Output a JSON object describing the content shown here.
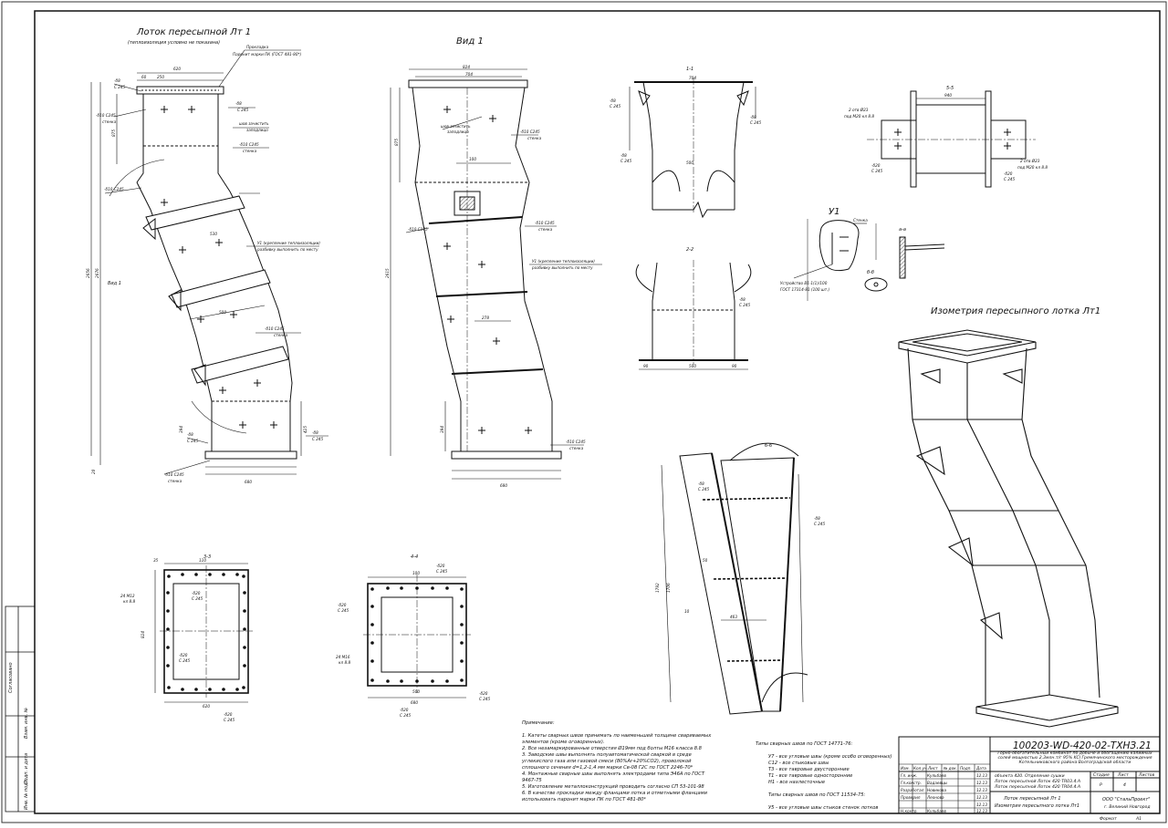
{
  "drawing": {
    "code": "100203-WD-420-02-ТХНЗ.21",
    "views": {
      "main_title": "Лоток пересыпной Лт 1",
      "main_subtitle": "(теплоизоляция условно не показана)",
      "view1": "Вид 1",
      "view1_label": "Вид 1",
      "sec_1_1": "1-1",
      "sec_2_2": "2-2",
      "sec_3_3": "3-3",
      "sec_4_4": "4-4",
      "sec_5_5": "5-5",
      "sec_6_6": "6-6",
      "node_u1": "У1",
      "sec_a_a": "а-а",
      "sec_b_b": "б-б",
      "isometry": "Изометрия пересыпного лотка Лт1"
    },
    "callouts": {
      "gasket": "Прокладка",
      "gasket_spec": "Паронит марки ПК (ГОСТ 481-80*)",
      "plate_88": "-δ8",
      "steel_c245": "С 245",
      "plate_810": "-δ10 С245",
      "wall": "стенка",
      "weld_clean": "шов зачистить",
      "flush": "заподлицо",
      "u1_label": "У1 (крепление теплоизоляции)",
      "u1_note": "разбивку выполнить по месту",
      "plate_820": "-δ20",
      "bolts_m12": "24 М12",
      "class_88": "кл 8.8",
      "bolts_m16": "24 М16",
      "holes_23": "2 отв Ø23",
      "under_m20": "под М20 кл 8.8",
      "wall_u1": "Стенка",
      "device": "Устройство В1-1(1)/100",
      "device_gost": "ГОСТ 17314-81 (100 шт.)"
    },
    "dims": {
      "d20": "20",
      "d60": "60",
      "d250": "250",
      "d620": "620",
      "d824": "824",
      "d704": "704",
      "d80": "80",
      "d875": "875",
      "d926": "926",
      "d2676": "2676",
      "d2656": "2656",
      "d2615": "2615",
      "d530": "530",
      "d500": "500",
      "d278": "278",
      "d394": "394",
      "d425": "425",
      "d680": "680",
      "d90": "90",
      "d940": "940",
      "d1792": "1792",
      "d1706": "1706",
      "d463": "463",
      "d10": "10",
      "d100": "100",
      "d35": "35",
      "d110": "110",
      "d824b": "824",
      "d125": "125",
      "d50": "50"
    },
    "notes_title": "Примечание:",
    "notes": [
      "1. Катеты сварных швов принимать по наименьшей толщине свариваемых",
      "элементов (кроме оговоренных).",
      "2. Все незамаркированные отверстия Ø19мм под болты М16 класса 8.8",
      "3. Заводские швы выполнять полуавтоматической сваркой в среде",
      "углекислого газа или газовой смеси (80%Ar+20%CO2), проволокой",
      "сплошного сечения d=1,2-1,4 мм марки Св-08 Г2С по ГОСТ 2246-70*",
      "4. Монтажные сварные швы выполнять электродами типа Э46А по ГОСТ",
      "9467-75",
      "5. Изготовление металлоконструкций проводить согласно СП 53-101-98",
      "6. В качестве прокладки между фланцами лотка и отметными фланцами",
      "использовать паронит марки ПК по ГОСТ 481-80*"
    ],
    "weld_types_title": "Типы сварных швов по ГОСТ 14771-76:",
    "weld_types": [
      "У7 - все угловые швы (кроме особо оговоренных)",
      "С12 - все стыковые швы",
      "Т3 - все тавровые двусторонние",
      "Т1 - все тавровые односторонние",
      "Н1 - все нахлесточные"
    ],
    "weld_types2_title": "Типы сварных швов по ГОСТ 11534-75:",
    "weld_types2": [
      "У5 - все угловые швы стыков стенок лотков"
    ],
    "left_strip": [
      "Согласовано",
      "Взам. инв. №",
      "Подп. и дата",
      "Инв. № подл."
    ],
    "title_block": {
      "project": "Горно-обогатительный комбинат по добыче и обогащению калийных солей мощностью 2,3млн.т/г 95% KCl Гремячинского месторождения Котельниковского района Волгоградской области",
      "object": "объекта 420. Отделение сушки",
      "sheet_desc1": "Лоток пересыпной Лоток 420 TR03.4.А",
      "sheet_desc2": "Лоток пересыпной Лоток 420 TR04.4.А",
      "drawing_name1": "Лоток пересыпной Лт 1",
      "drawing_name2": "Изометрия пересыпного лотка Лт1",
      "stage_h": "Стадия",
      "sheet_h": "Лист",
      "sheets_h": "Листов",
      "stage": "Р",
      "sheet": "4",
      "company": "ООО \"СтальПроект\"",
      "city": "г. Великий Новгород",
      "format_label": "Формат",
      "format": "А1",
      "head": [
        "Изм.",
        "Кол.уч.",
        "Лист",
        "№ док.",
        "Подп.",
        "Дата"
      ],
      "people": [
        {
          "role": "Гл. инж.",
          "name": "Кульбаев",
          "date": "12.13"
        },
        {
          "role": "Гл.констр.",
          "name": "Вадаевцы",
          "date": "12.13"
        },
        {
          "role": "Разработал",
          "name": "Новикова",
          "date": "12.13"
        },
        {
          "role": "Проверил",
          "name": "Леонова",
          "date": "12.13"
        },
        {
          "role": "",
          "name": "",
          "date": "12.13"
        },
        {
          "role": "Н.контр.",
          "name": "Кульбаев",
          "date": "12.13"
        }
      ]
    }
  }
}
